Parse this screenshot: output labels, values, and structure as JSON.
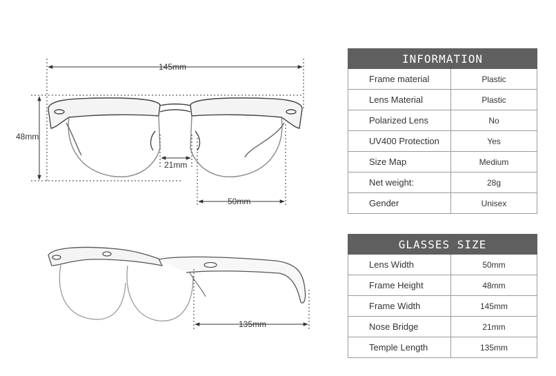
{
  "dimensions": {
    "total_width": "145mm",
    "height": "48mm",
    "bridge": "21mm",
    "lens_width": "50mm",
    "temple_length": "135mm"
  },
  "info_table": {
    "title": "INFORMATION",
    "rows": [
      {
        "label": "Frame material",
        "value": "Plastic"
      },
      {
        "label": "Lens  Material",
        "value": "Plastic"
      },
      {
        "label": "Polarized Lens",
        "value": "No"
      },
      {
        "label": "UV400 Protection",
        "value": "Yes"
      },
      {
        "label": "Size Map",
        "value": "Medium"
      },
      {
        "label": "Net weight:",
        "value": "28g"
      },
      {
        "label": "Gender",
        "value": "Unisex"
      }
    ]
  },
  "size_table": {
    "title": "GLASSES SIZE",
    "rows": [
      {
        "label": "Lens Width",
        "value": "50mm"
      },
      {
        "label": "Frame Height",
        "value": "48mm"
      },
      {
        "label": "Frame Width",
        "value": "145mm"
      },
      {
        "label": "Nose Bridge",
        "value": "21mm"
      },
      {
        "label": "Temple Length",
        "value": "135mm"
      }
    ]
  },
  "colors": {
    "header_bg": "#5f5f5f",
    "line": "#333333"
  }
}
